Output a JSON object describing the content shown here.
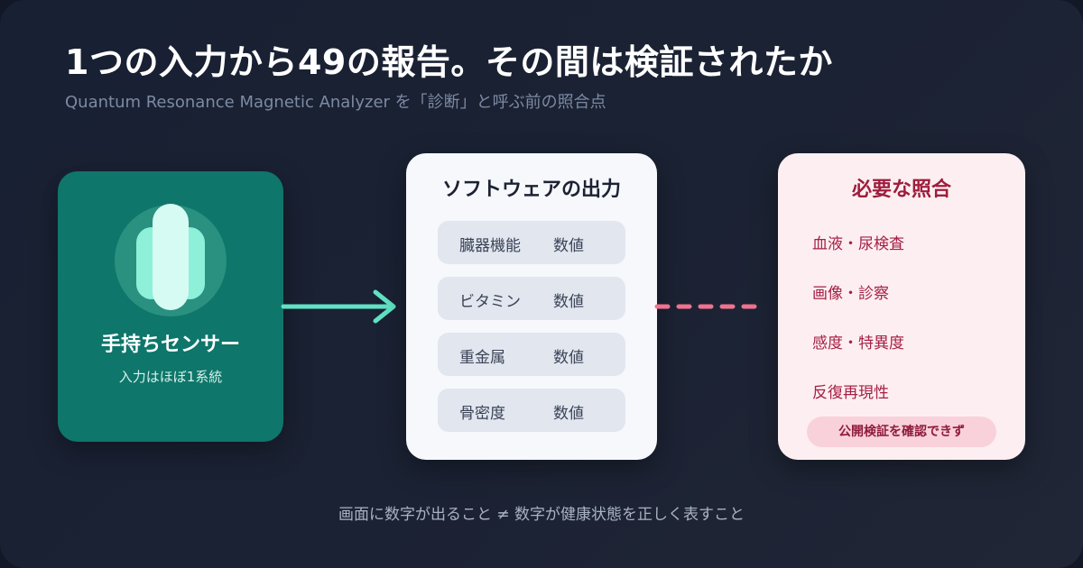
{
  "header": {
    "title": "1つの入力から49の報告。その間は検証されたか",
    "subtitle": "Quantum Resonance Magnetic Analyzer を「診断」と呼ぶ前の照合点"
  },
  "sensor": {
    "title": "手持ちセンサー",
    "subtitle": "入力はほぼ1系統",
    "icon": "handheld-sensor-icon"
  },
  "output": {
    "title": "ソフトウェアの出力",
    "rows": [
      {
        "label": "臓器機能",
        "value": "数値"
      },
      {
        "label": "ビタミン",
        "value": "数値"
      },
      {
        "label": "重金属",
        "value": "数値"
      },
      {
        "label": "骨密度",
        "value": "数値"
      }
    ]
  },
  "checks": {
    "title": "必要な照合",
    "items": [
      "血液・尿検査",
      "画像・診察",
      "感度・特異度",
      "反復再現性"
    ],
    "badge": "公開検証を確認できず"
  },
  "footer": "画面に数字が出ること ≠ 数字が健康状態を正しく表すこと",
  "colors": {
    "background": "#182033",
    "sensor_card": "#0e766a",
    "arrow": "#5fe3c4",
    "output_card": "#f6f8fb",
    "check_card": "#fdeff1",
    "check_accent": "#9e1d3d",
    "dash_line": "#f0728e"
  }
}
